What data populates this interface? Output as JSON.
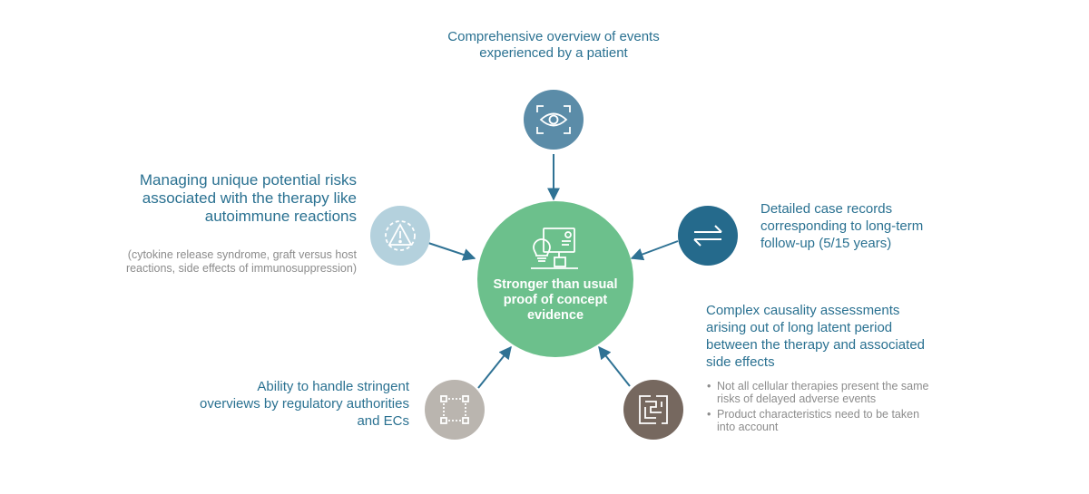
{
  "colors": {
    "center": "#6cc08c",
    "top": "#5b8ca8",
    "left": "#b4d1dd",
    "right": "#256a8c",
    "bottom_left": "#bab5af",
    "bottom_right": "#76685f",
    "text_primary": "#2a7191",
    "text_secondary": "#8c8c8c",
    "arrow": "#2f7294"
  },
  "center": {
    "label": "Stronger than usual proof of concept evidence",
    "icon": "lightbulb-presentation-icon"
  },
  "nodes": {
    "top": {
      "label": "Comprehensive overview of events experienced by a patient",
      "icon": "eye-scan-icon"
    },
    "left": {
      "label": "Managing unique potential risks associated with the therapy like autoimmune reactions",
      "sublabel": "(cytokine release syndrome, graft versus host reactions, side effects of immunosuppression)",
      "icon": "warning-gear-icon"
    },
    "right": {
      "label": "Detailed case records corresponding to long-term follow-up (5/15 years)",
      "icon": "exchange-arrows-icon"
    },
    "bottom_left": {
      "label": "Ability to handle stringent overviews by regulatory authorities and ECs",
      "icon": "selection-frame-icon"
    },
    "bottom_right": {
      "label": "Complex causality assessments arising out of long latent period between the therapy and associated side effects",
      "icon": "maze-icon",
      "bullets": [
        "Not all cellular therapies present the same risks of delayed adverse events",
        "Product characteristics need to be taken into account"
      ]
    }
  }
}
